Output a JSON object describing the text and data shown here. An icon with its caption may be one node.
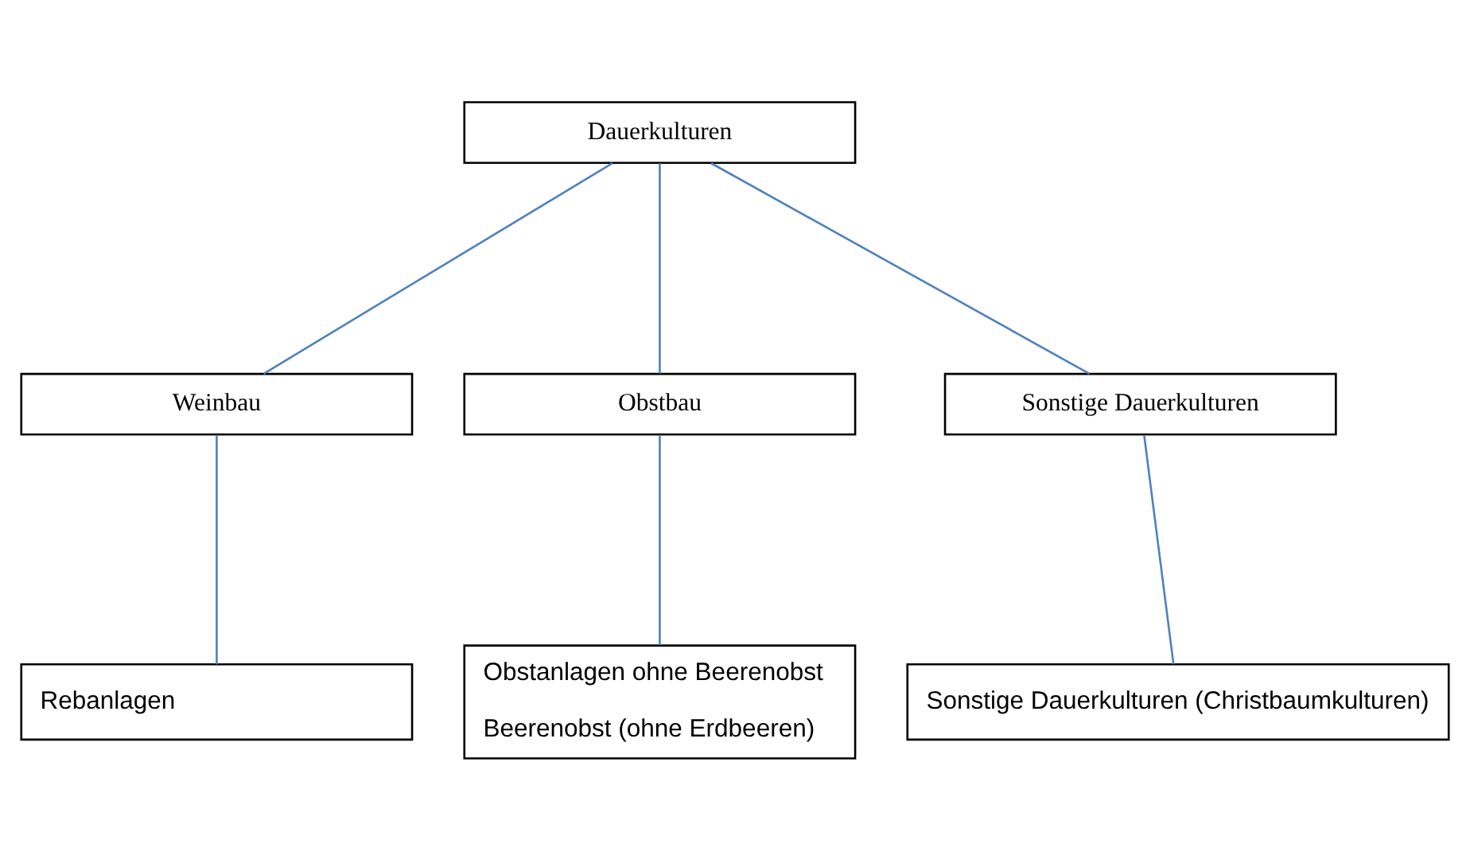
{
  "diagram": {
    "nodes": [
      {
        "text": [
          "Dauerkulturen"
        ]
      },
      {
        "text": [
          "Weinbau"
        ]
      },
      {
        "text": [
          "Obstbau"
        ]
      },
      {
        "text": [
          "Sonstige Dauerkulturen"
        ]
      },
      {
        "text": [
          "Rebanlagen"
        ]
      },
      {
        "text": [
          "Obstanlagen ohne Beerenobst",
          "Beerenobst (ohne Erdbeeren)"
        ]
      },
      {
        "text": [
          "Sonstige Dauerkulturen (Christbaumkulturen)"
        ]
      }
    ],
    "edges": [
      {
        "from": 0,
        "to": 1,
        "arrow": "none"
      },
      {
        "from": 0,
        "to": 2,
        "arrow": "none"
      },
      {
        "from": 0,
        "to": 3,
        "arrow": "none"
      },
      {
        "from": 1,
        "to": 4,
        "arrow": "none"
      },
      {
        "from": 2,
        "to": 5,
        "arrow": "none"
      },
      {
        "from": 3,
        "to": 6,
        "arrow": "none"
      }
    ]
  }
}
